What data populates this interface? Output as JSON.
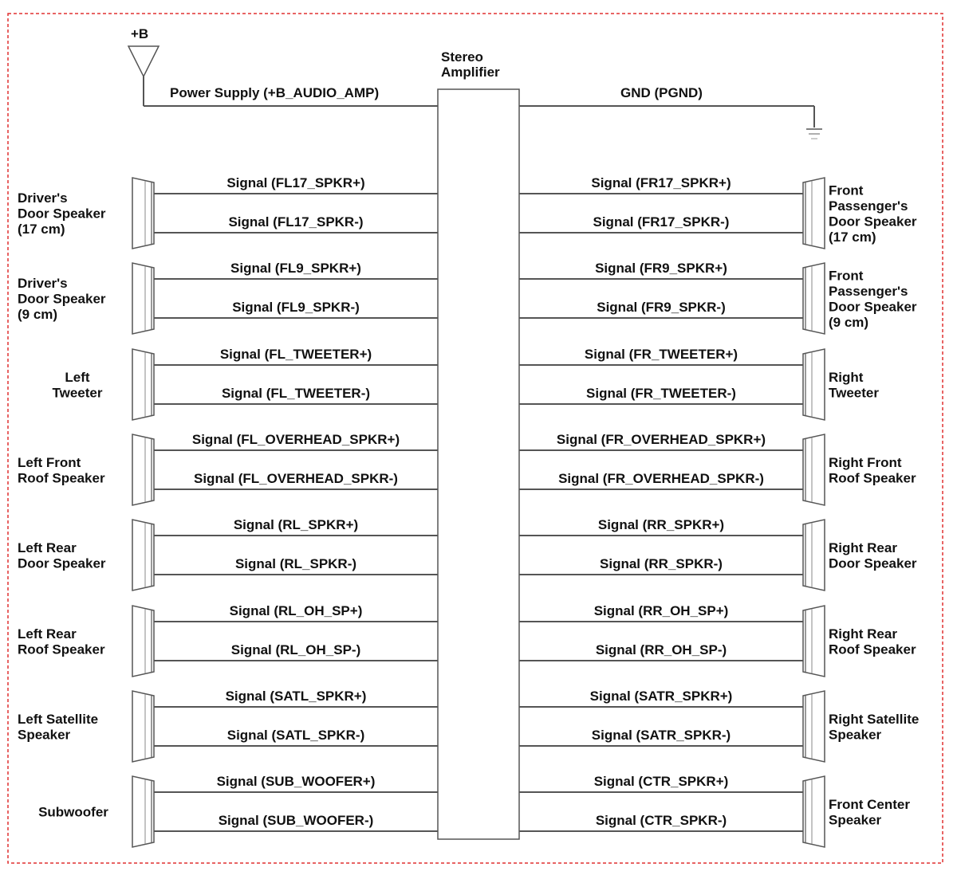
{
  "power": {
    "supply_symbol": "+B",
    "supply_label": "Power Supply (+B_AUDIO_AMP)",
    "ground_label": "GND (PGND)"
  },
  "amplifier": {
    "label_line1": "Stereo",
    "label_line2": "Amplifier"
  },
  "rows": [
    {
      "left": {
        "name": [
          "Driver's",
          "Door Speaker",
          "(17 cm)"
        ],
        "pos": "Signal (FL17_SPKR+)",
        "neg": "Signal (FL17_SPKR-)"
      },
      "right": {
        "name": [
          "Front",
          "Passenger's",
          "Door Speaker",
          "(17 cm)"
        ],
        "pos": "Signal (FR17_SPKR+)",
        "neg": "Signal (FR17_SPKR-)"
      }
    },
    {
      "left": {
        "name": [
          "Driver's",
          "Door Speaker",
          "(9 cm)"
        ],
        "pos": "Signal (FL9_SPKR+)",
        "neg": "Signal (FL9_SPKR-)"
      },
      "right": {
        "name": [
          "Front",
          "Passenger's",
          "Door Speaker",
          "(9 cm)"
        ],
        "pos": "Signal (FR9_SPKR+)",
        "neg": "Signal (FR9_SPKR-)"
      }
    },
    {
      "left": {
        "name": [
          "Left",
          "Tweeter"
        ],
        "pos": "Signal (FL_TWEETER+)",
        "neg": "Signal (FL_TWEETER-)"
      },
      "right": {
        "name": [
          "Right",
          "Tweeter"
        ],
        "pos": "Signal (FR_TWEETER+)",
        "neg": "Signal (FR_TWEETER-)"
      }
    },
    {
      "left": {
        "name": [
          "Left Front",
          "Roof Speaker"
        ],
        "pos": "Signal (FL_OVERHEAD_SPKR+)",
        "neg": "Signal (FL_OVERHEAD_SPKR-)"
      },
      "right": {
        "name": [
          "Right Front",
          "Roof Speaker"
        ],
        "pos": "Signal (FR_OVERHEAD_SPKR+)",
        "neg": "Signal (FR_OVERHEAD_SPKR-)"
      }
    },
    {
      "left": {
        "name": [
          "Left Rear",
          "Door Speaker"
        ],
        "pos": "Signal (RL_SPKR+)",
        "neg": "Signal (RL_SPKR-)"
      },
      "right": {
        "name": [
          "Right Rear",
          "Door Speaker"
        ],
        "pos": "Signal (RR_SPKR+)",
        "neg": "Signal (RR_SPKR-)"
      }
    },
    {
      "left": {
        "name": [
          "Left Rear",
          "Roof Speaker"
        ],
        "pos": "Signal (RL_OH_SP+)",
        "neg": "Signal (RL_OH_SP-)"
      },
      "right": {
        "name": [
          "Right Rear",
          "Roof Speaker"
        ],
        "pos": "Signal (RR_OH_SP+)",
        "neg": "Signal (RR_OH_SP-)"
      }
    },
    {
      "left": {
        "name": [
          "Left Satellite",
          "Speaker"
        ],
        "pos": "Signal (SATL_SPKR+)",
        "neg": "Signal (SATL_SPKR-)"
      },
      "right": {
        "name": [
          "Right Satellite",
          "Speaker"
        ],
        "pos": "Signal (SATR_SPKR+)",
        "neg": "Signal (SATR_SPKR-)"
      }
    },
    {
      "left": {
        "name": [
          "Subwoofer"
        ],
        "pos": "Signal (SUB_WOOFER+)",
        "neg": "Signal (SUB_WOOFER-)"
      },
      "right": {
        "name": [
          "Front Center",
          "Speaker"
        ],
        "pos": "Signal (CTR_SPKR+)",
        "neg": "Signal (CTR_SPKR-)"
      }
    }
  ],
  "colors": {
    "border": "#e03030",
    "wire": "#555555",
    "text": "#111111"
  }
}
